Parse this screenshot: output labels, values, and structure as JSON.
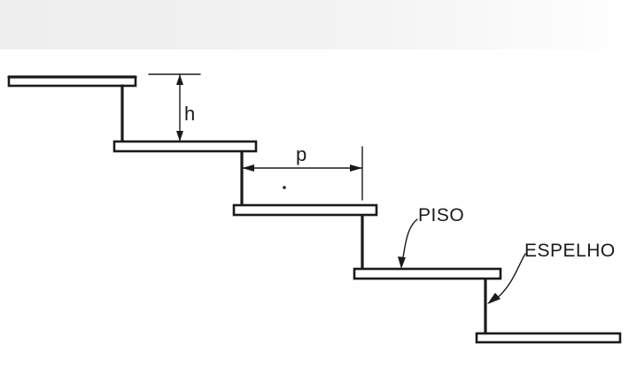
{
  "diagram": {
    "labels": {
      "height": "h",
      "depth": "p",
      "tread": "PISO",
      "riser": "ESPELHO"
    },
    "colors": {
      "line": "#1a1a1a",
      "background": "#ffffff",
      "top_band": "#eeeeee"
    }
  }
}
